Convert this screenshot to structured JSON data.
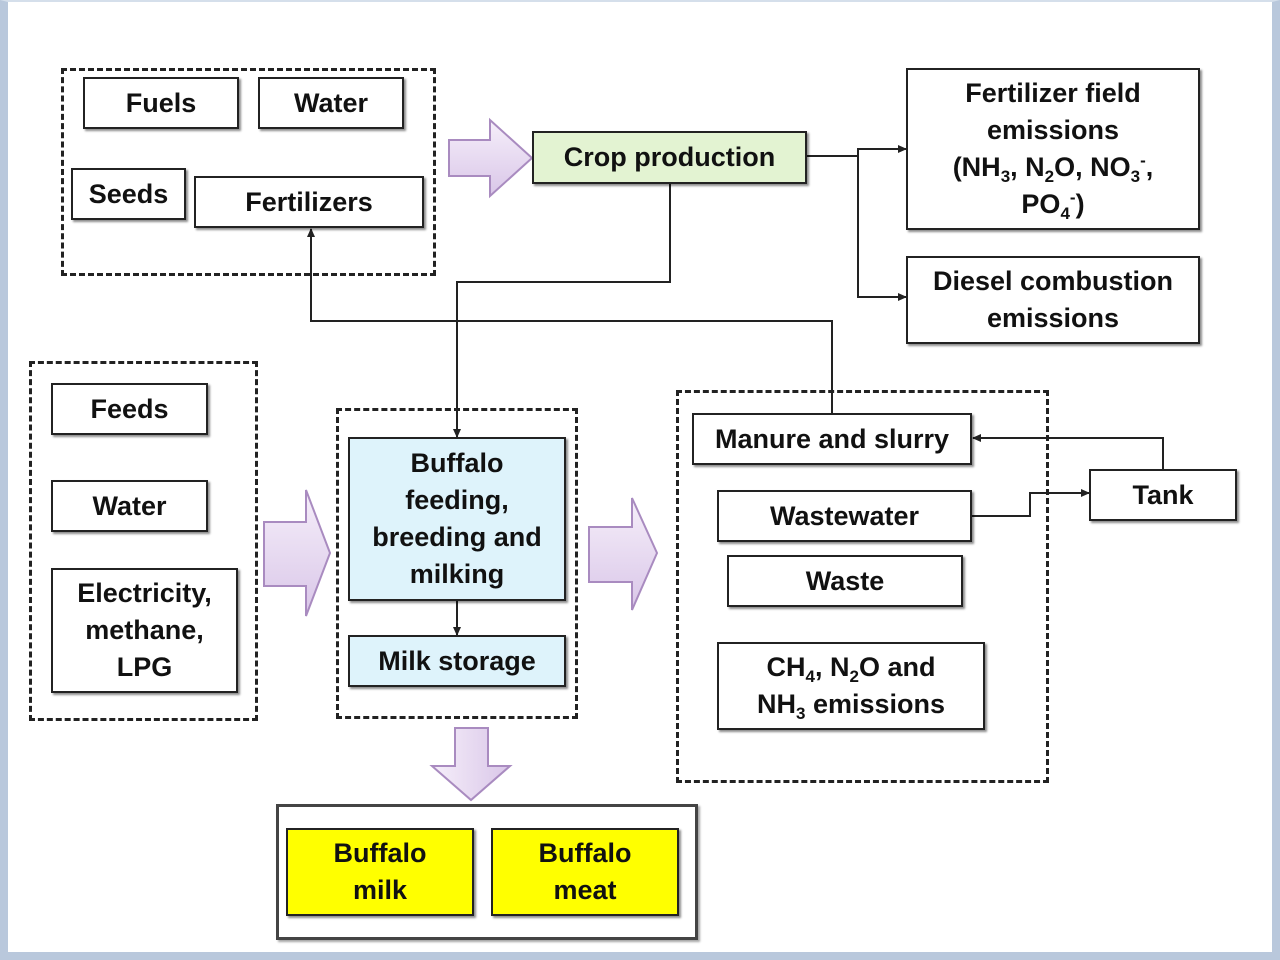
{
  "diagram": {
    "inputs_crop": {
      "fuels": "Fuels",
      "water": "Water",
      "seeds": "Seeds",
      "fertilizers": "Fertilizers"
    },
    "crop_production": "Crop production",
    "fertilizer_emissions": {
      "line1": "Fertilizer field",
      "line2": "emissions",
      "line3_a": "(NH",
      "line3_b": "3",
      "line3_c": ", N",
      "line3_d": "2",
      "line3_e": "O, NO",
      "line3_f": "3",
      "line3_g": "-",
      "line3_h": ",",
      "line4_a": "PO",
      "line4_b": "4",
      "line4_c": "-",
      "line4_d": ")"
    },
    "diesel_emissions": "Diesel combustion\nemissions",
    "inputs_farm": {
      "feeds": "Feeds",
      "water": "Water",
      "energy": "Electricity,\nmethane,\nLPG"
    },
    "buffalo_process": "Buffalo\nfeeding,\nbreeding and\nmilking",
    "milk_storage": "Milk storage",
    "outputs_waste": {
      "manure": "Manure and slurry",
      "wastewater": "Wastewater",
      "waste": "Waste",
      "emissions_a": "CH",
      "emissions_b": "4",
      "emissions_c": ", N",
      "emissions_d": "2",
      "emissions_e": "O and",
      "emissions_f": "NH",
      "emissions_g": "3",
      "emissions_h": " emissions"
    },
    "tank": "Tank",
    "products": {
      "milk": "Buffalo\nmilk",
      "meat": "Buffalo\nmeat"
    },
    "colors": {
      "crop_fill": "#e3f3d2",
      "buffalo_fill": "#def3fb",
      "product_fill": "#ffff00",
      "block_arrow_fill": "#ece0f3",
      "block_arrow_stroke": "#a98bc0"
    }
  }
}
